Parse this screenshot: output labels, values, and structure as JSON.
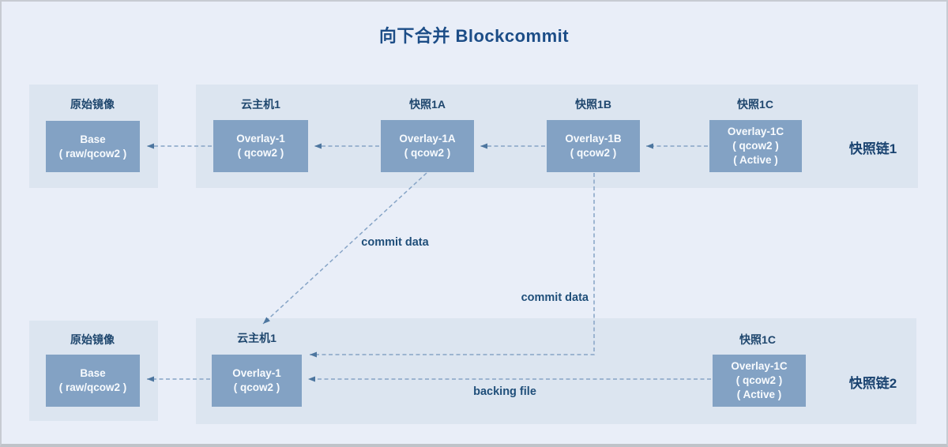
{
  "title": "向下合并 Blockcommit",
  "colors": {
    "background": "#e9eef8",
    "panel": "#dce5f0",
    "box_fill": "#83a2c4",
    "box_text": "#f8fbfe",
    "label_text": "#1f476e",
    "title_text": "#1c4d87",
    "arrow": "#86a4c6",
    "frame_border": "#c7cbd2"
  },
  "chain1": {
    "source": {
      "label": "原始镜像",
      "box": {
        "line1": "Base",
        "line2": "( raw/qcow2 )"
      }
    },
    "nodes": [
      {
        "label": "云主机1",
        "box": {
          "line1": "Overlay-1",
          "line2": "( qcow2 )"
        }
      },
      {
        "label": "快照1A",
        "box": {
          "line1": "Overlay-1A",
          "line2": "( qcow2 )"
        }
      },
      {
        "label": "快照1B",
        "box": {
          "line1": "Overlay-1B",
          "line2": "( qcow2 )"
        }
      },
      {
        "label": "快照1C",
        "box": {
          "line1": "Overlay-1C",
          "line2": "( qcow2 )",
          "line3": "( Active )"
        }
      }
    ],
    "chain_label": "快照链1"
  },
  "chain2": {
    "source": {
      "label": "原始镜像",
      "box": {
        "line1": "Base",
        "line2": "( raw/qcow2 )"
      }
    },
    "nodes": [
      {
        "label": "云主机1",
        "box": {
          "line1": "Overlay-1",
          "line2": "( qcow2 )"
        }
      },
      {
        "label": "快照1C",
        "box": {
          "line1": "Overlay-1C",
          "line2": "( qcow2 )",
          "line3": "( Active )"
        }
      }
    ],
    "chain_label": "快照链2"
  },
  "annotations": {
    "commit_data_top": "commit data",
    "commit_data_right": "commit data",
    "backing_file": "backing file"
  }
}
